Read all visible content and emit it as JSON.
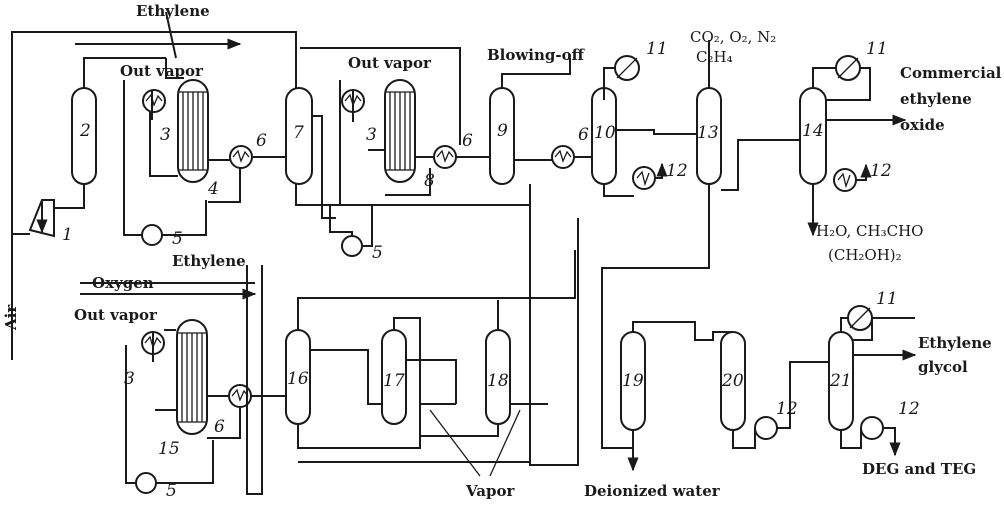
{
  "labels": {
    "ethylene_top": "Ethylene",
    "out_vapor_1": "Out vapor",
    "out_vapor_2": "Out vapor",
    "blowing_off": "Blowing-off",
    "co2_o2_n2": "CO₂, O₂, N₂",
    "c2h4": "C₂H₄",
    "commercial": "Commercial",
    "ethylene_word": "ethylene",
    "oxide": "oxide",
    "air": "Air",
    "byproducts_line1": "H₂O, CH₃CHO",
    "byproducts_line2": "(CH₂OH)₂",
    "ethylene_mid": "Ethylene",
    "oxygen": "Oxygen",
    "out_vapor_3": "Out vapor",
    "ethylene_glycol_1": "Ethylene",
    "ethylene_glycol_2": "glycol",
    "deg_teg": "DEG and TEG",
    "vapor": "Vapor",
    "deionized_water": "Deionized water"
  },
  "units": {
    "u1": "1",
    "u2": "2",
    "u3a": "3",
    "u3b": "3",
    "u3c": "3",
    "u4": "4",
    "u5a": "5",
    "u5b": "5",
    "u5c": "5",
    "u6a": "6",
    "u6b": "6",
    "u6c": "6",
    "u6d": "6",
    "u7": "7",
    "u8": "8",
    "u9": "9",
    "u10": "10",
    "u11a": "11",
    "u11b": "11",
    "u11c": "11",
    "u12a": "12",
    "u12b": "12",
    "u12c": "12",
    "u12d": "12",
    "u13": "13",
    "u14": "14",
    "u15": "15",
    "u16": "16",
    "u17": "17",
    "u18": "18",
    "u19": "19",
    "u20": "20",
    "u21": "21"
  }
}
